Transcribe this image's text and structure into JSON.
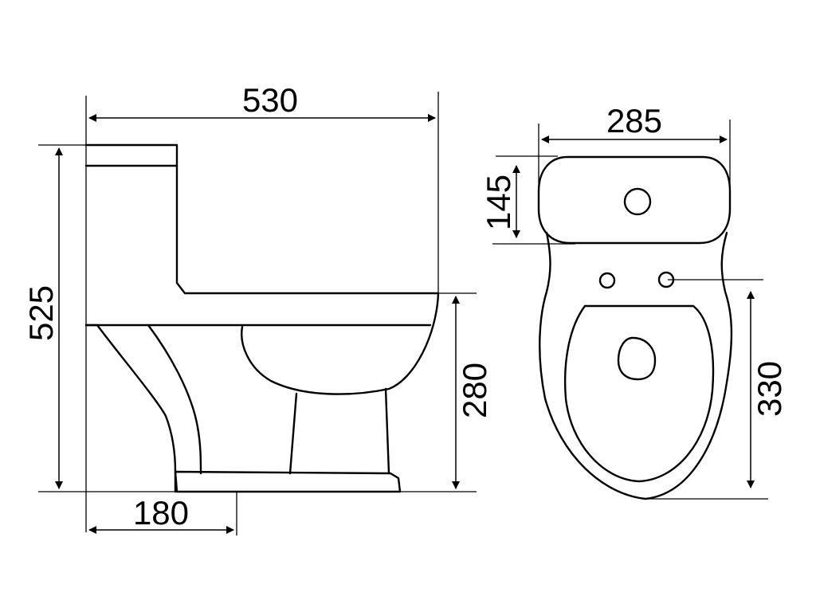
{
  "side_view": {
    "overall_length": "530",
    "overall_height": "525",
    "seat_height": "280",
    "rough_in": "180"
  },
  "top_view": {
    "tank_width": "285",
    "tank_depth": "145",
    "hole_to_front": "330"
  }
}
